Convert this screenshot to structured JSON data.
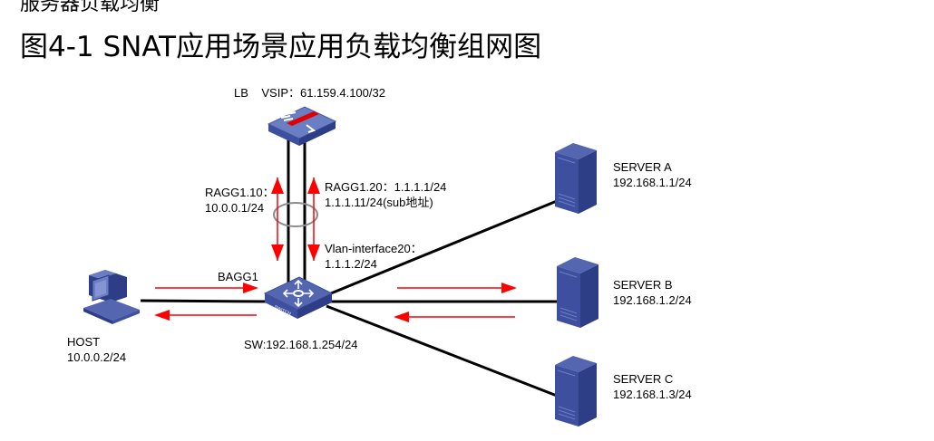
{
  "header": {
    "cut_off_text": "服务器负载均衡",
    "title": "图4-1 SNAT应用场景应用负载均衡组网图"
  },
  "colors": {
    "device_blue": "#3a4d9c",
    "device_top": "#5b6fb8",
    "arrow_red": "#ff0000",
    "link_black": "#000000",
    "ring_gray": "#8c8c8c"
  },
  "nodes": {
    "lb": {
      "name": "LB",
      "vsip": "VSIP：61.159.4.100/32",
      "icon": "load-balancer-icon"
    },
    "switch": {
      "label": "SW:192.168.1.254/24",
      "icon_text": "SWITCH",
      "icon": "switch-icon"
    },
    "host": {
      "name": "HOST",
      "ip": "10.0.0.2/24",
      "icon": "pc-icon"
    },
    "servers": [
      {
        "name": "SERVER A",
        "ip": "192.168.1.1/24",
        "icon": "server-icon"
      },
      {
        "name": "SERVER B",
        "ip": "192.168.1.2/24",
        "icon": "server-icon"
      },
      {
        "name": "SERVER C",
        "ip": "192.168.1.3/24",
        "icon": "server-icon"
      }
    ]
  },
  "links": {
    "ragg110": {
      "line1": "RAGG1.10：",
      "line2": "10.0.0.1/24"
    },
    "ragg120": {
      "line1": "RAGG1.20：1.1.1.1/24",
      "line2": "1.1.1.11/24(sub地址)"
    },
    "vlanif20": {
      "line1": "Vlan-interface20：",
      "line2": "1.1.1.2/24"
    },
    "bagg1": "BAGG1"
  }
}
